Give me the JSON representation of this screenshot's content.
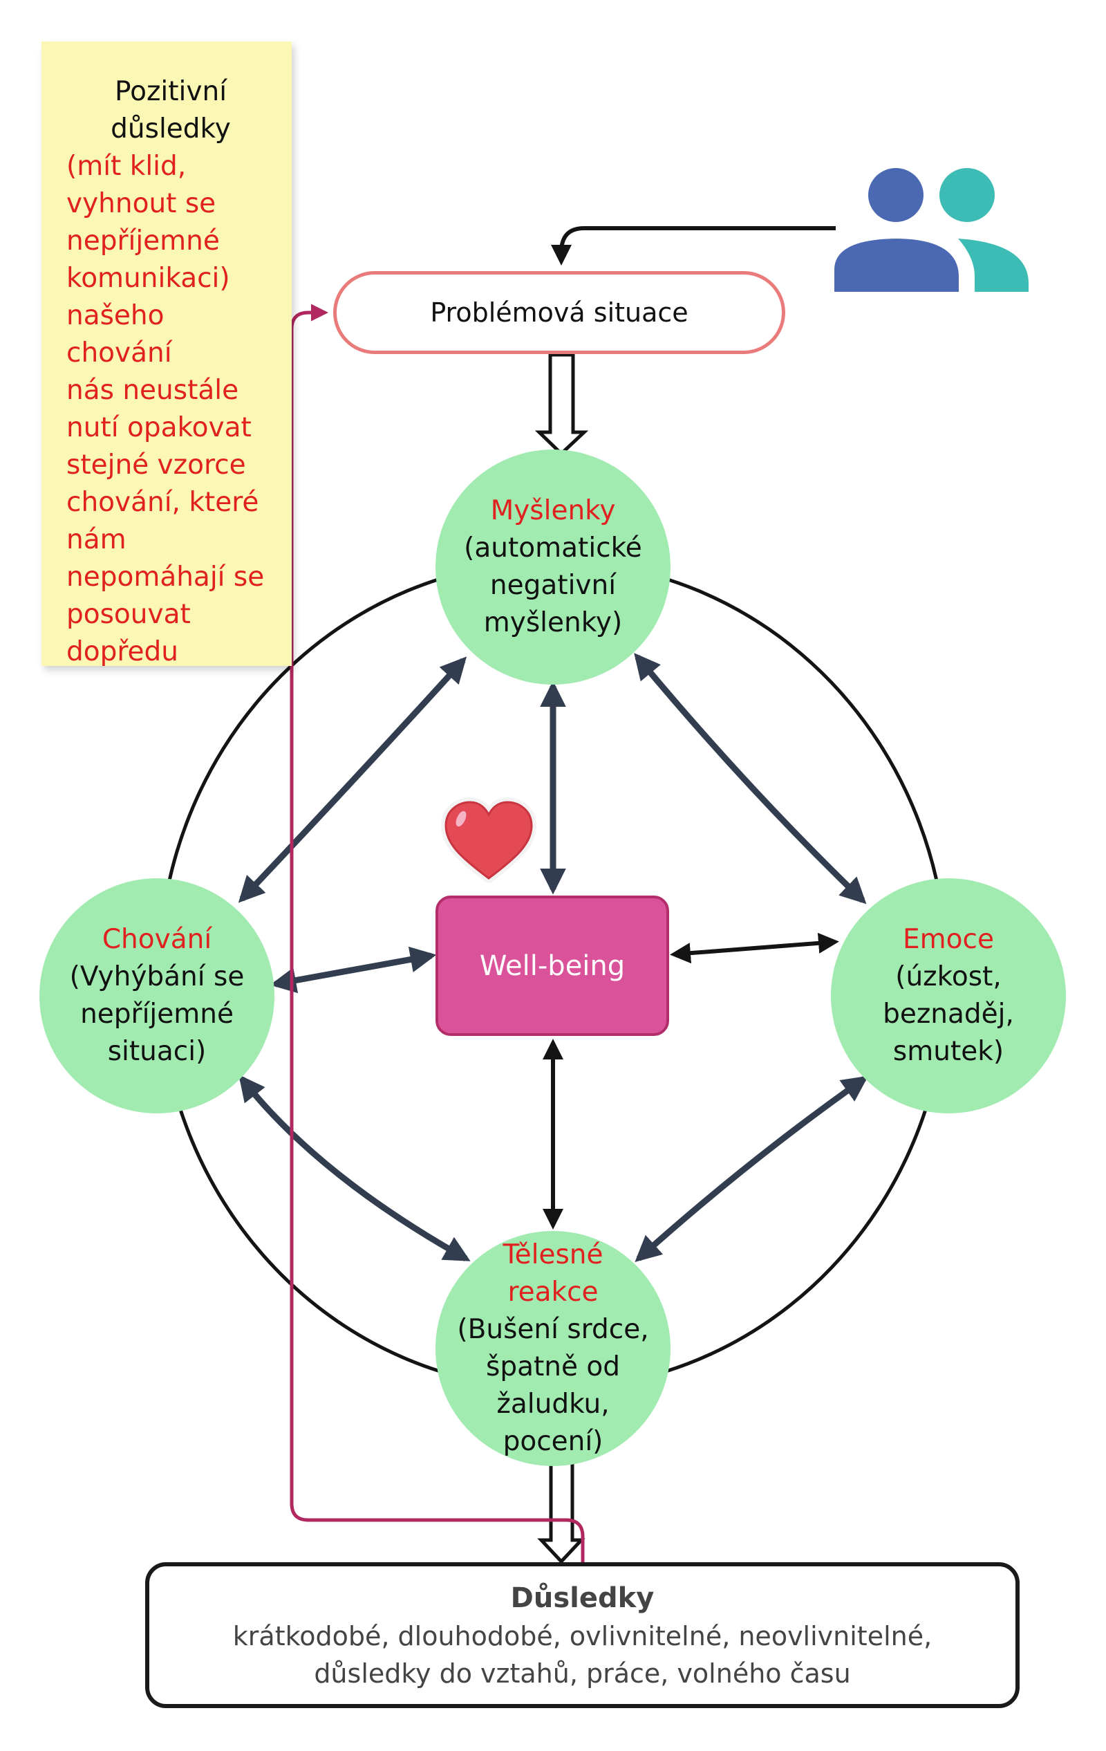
{
  "note": {
    "title": "Pozitivní důsledky",
    "body": "(mít klid,\nvyhnout se\nnepříjemné\nkomunikaci)\nnašeho chování\nnás neustále\nnutí opakovat\nstejné vzorce\nchování, které\nnám\nnepomáhají se\nposouvat\ndopředu"
  },
  "problem": {
    "label": "Problémová situace"
  },
  "people_icon": {
    "name": "people-icon",
    "colors": {
      "person1": "#4A69B2",
      "person2": "#3CBCB4"
    }
  },
  "nodes": {
    "thoughts": {
      "title": "Myšlenky",
      "desc": "(automatické\nnegativní\nmyšlenky)"
    },
    "behavior": {
      "title": "Chování",
      "desc": "(Vyhýbání se\nnepříjemné\nsituaci)"
    },
    "emotions": {
      "title": "Emoce",
      "desc": "(úzkost,\nbeznaděj,\nsmutek)"
    },
    "body": {
      "title": "Tělesné\nreakce",
      "desc": "(Bušení srdce,\nšpatně od\nžaludku,\npocení)"
    }
  },
  "center": {
    "label": "Well-being",
    "icon": "heart-icon"
  },
  "outcome": {
    "title": "Důsledky",
    "line1": "krátkodobé, dlouhodobé, ovlivnitelné, neovlivnitelné,",
    "line2": "důsledky do vztahů, práce, volného času"
  },
  "colors": {
    "node_fill": "#A1EBB0",
    "accent_red": "#E0211F",
    "wellbeing_fill": "#D9529A",
    "feedback_line": "#B0285F",
    "connector_dark": "#323E50",
    "problem_border": "#E97B7B",
    "note_fill": "#FBF7B4"
  }
}
